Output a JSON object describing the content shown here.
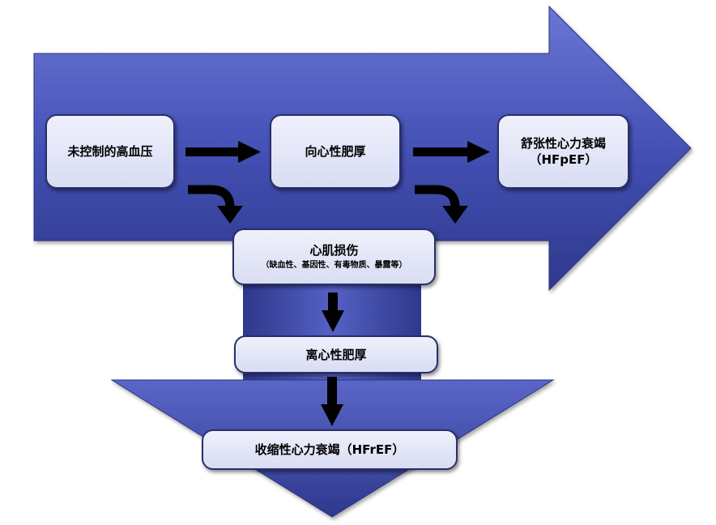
{
  "diagram": {
    "colors": {
      "arrow_fill": "#4a55b8",
      "arrow_dark": "#2c357f",
      "box_fill": "#e3e6f7",
      "box_border": "#2a2f6a",
      "small_arrow": "#000000"
    },
    "nodes": {
      "hypertension": {
        "label": "未控制的高血压"
      },
      "concentric": {
        "label": "向心性肥厚"
      },
      "hfpef": {
        "label": "舒张性心力衰竭",
        "sublabel": "（HFpEF）"
      },
      "injury": {
        "label": "心肌损伤",
        "sublabel": "（缺血性、基因性、有毒物质、暴露等）"
      },
      "eccentric": {
        "label": "离心性肥厚"
      },
      "hfref": {
        "label": "收缩性心力衰竭（HFrEF）"
      }
    }
  }
}
